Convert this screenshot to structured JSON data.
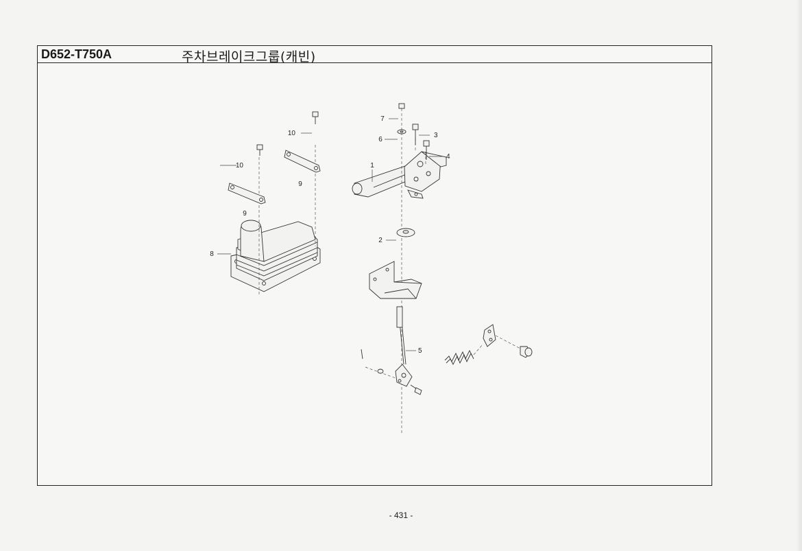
{
  "header": {
    "code": "D652-T750A",
    "title": "주차브레이크그룹(캐빈)"
  },
  "callouts": [
    {
      "id": "c1",
      "label": "1"
    },
    {
      "id": "c2",
      "label": "2"
    },
    {
      "id": "c3",
      "label": "3"
    },
    {
      "id": "c4",
      "label": "4"
    },
    {
      "id": "c5",
      "label": "5"
    },
    {
      "id": "c6",
      "label": "6"
    },
    {
      "id": "c7",
      "label": "7"
    },
    {
      "id": "c8",
      "label": "8"
    },
    {
      "id": "c9a",
      "label": "9"
    },
    {
      "id": "c9b",
      "label": "9"
    },
    {
      "id": "c10a",
      "label": "10"
    },
    {
      "id": "c10b",
      "label": "10"
    }
  ],
  "footer": {
    "page_number": "- 431 -"
  }
}
